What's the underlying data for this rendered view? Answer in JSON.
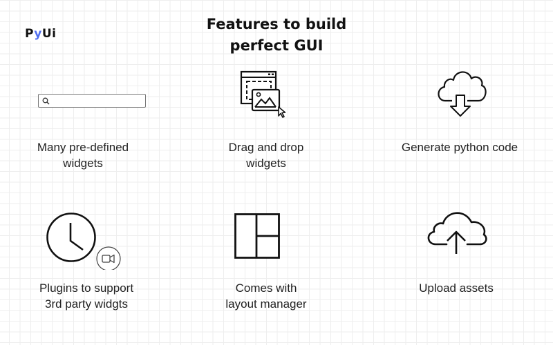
{
  "logo": {
    "prefix": "P",
    "accent": "y",
    "suffix": "Ui",
    "accent_color": "#4f6ef0"
  },
  "title": {
    "line1": "Features to build",
    "line2": "perfect GUI"
  },
  "features": [
    {
      "icon": "search-widget-icon",
      "line1": "Many pre-defined",
      "line2": "widgets"
    },
    {
      "icon": "drag-drop-icon",
      "line1": "Drag and drop",
      "line2": "widgets"
    },
    {
      "icon": "cloud-download-icon",
      "line1": "Generate python code",
      "line2": ""
    },
    {
      "icon": "clock-plugin-icon",
      "line1": "Plugins to support",
      "line2": "3rd party widgts"
    },
    {
      "icon": "layout-grid-icon",
      "line1": "Comes with",
      "line2": "layout manager"
    },
    {
      "icon": "cloud-upload-icon",
      "line1": "Upload assets",
      "line2": ""
    }
  ],
  "search": {
    "placeholder": "",
    "value": ""
  }
}
